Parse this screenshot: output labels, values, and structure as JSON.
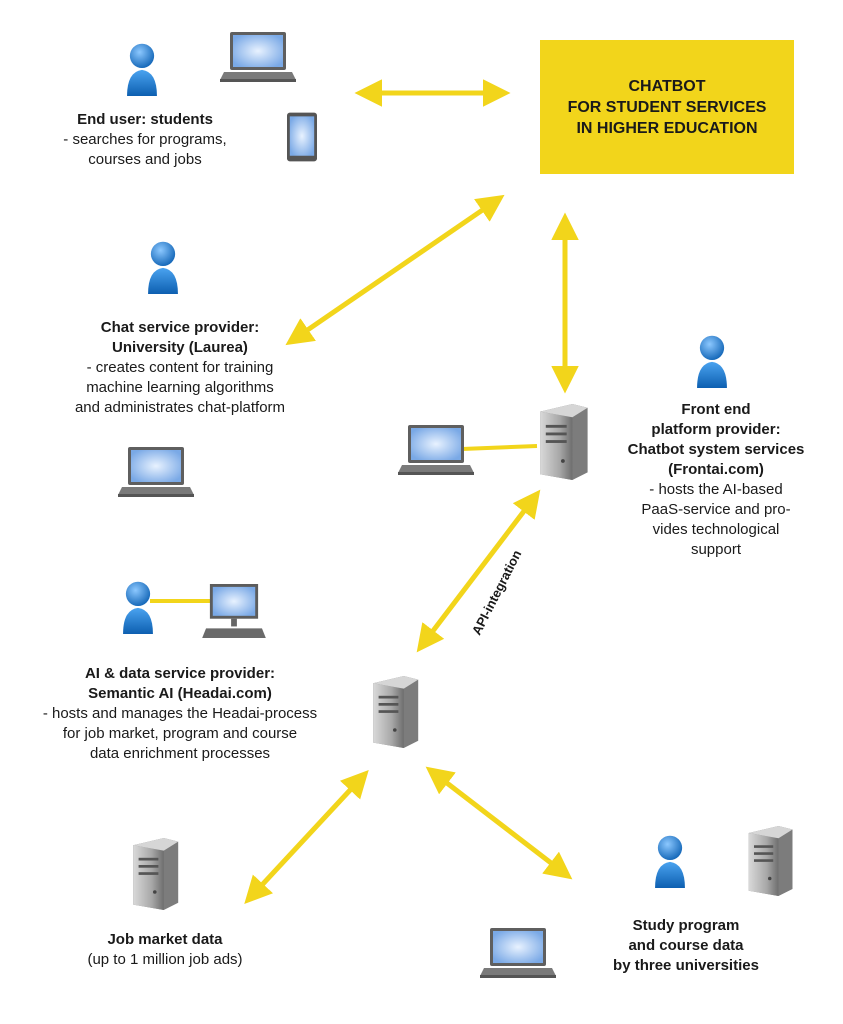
{
  "chatbot": {
    "lines": [
      "CHATBOT",
      "FOR STUDENT SERVICES",
      "IN HIGHER EDUCATION"
    ]
  },
  "end_user": {
    "title": "End user: students",
    "lines": [
      "- searches for programs,",
      "courses and jobs"
    ]
  },
  "chat_provider": {
    "title_lines": [
      "Chat service provider:",
      "University (Laurea)"
    ],
    "lines": [
      "- creates content for training",
      "machine learning algorithms",
      "and administrates chat-platform"
    ]
  },
  "front_end": {
    "title_lines": [
      "Front end",
      "platform provider:",
      "Chatbot system services",
      "(Frontai.com)"
    ],
    "lines": [
      "- hosts the AI-based",
      "PaaS-service and pro-",
      "vides technological",
      "support"
    ]
  },
  "ai_provider": {
    "title_lines": [
      "AI & data service provider:",
      "Semantic AI (Headai.com)"
    ],
    "lines": [
      "- hosts and manages the Headai-process",
      "for job market, program and course",
      "data enrichment processes"
    ]
  },
  "api_label": "API-integration",
  "job_market": {
    "title": "Job market data",
    "line": "(up to 1 million job ads)"
  },
  "study_data": {
    "title_lines": [
      "Study program",
      "and course data",
      "by three universities"
    ]
  },
  "colors": {
    "accent_yellow": "#f2d51b",
    "arrow_yellow": "#f2d51b",
    "person_blue": "#1a73c4",
    "server_gray": "#8a8a8a",
    "screen_blue": "#9fc3ee",
    "device_gray": "#6d6d6d"
  }
}
